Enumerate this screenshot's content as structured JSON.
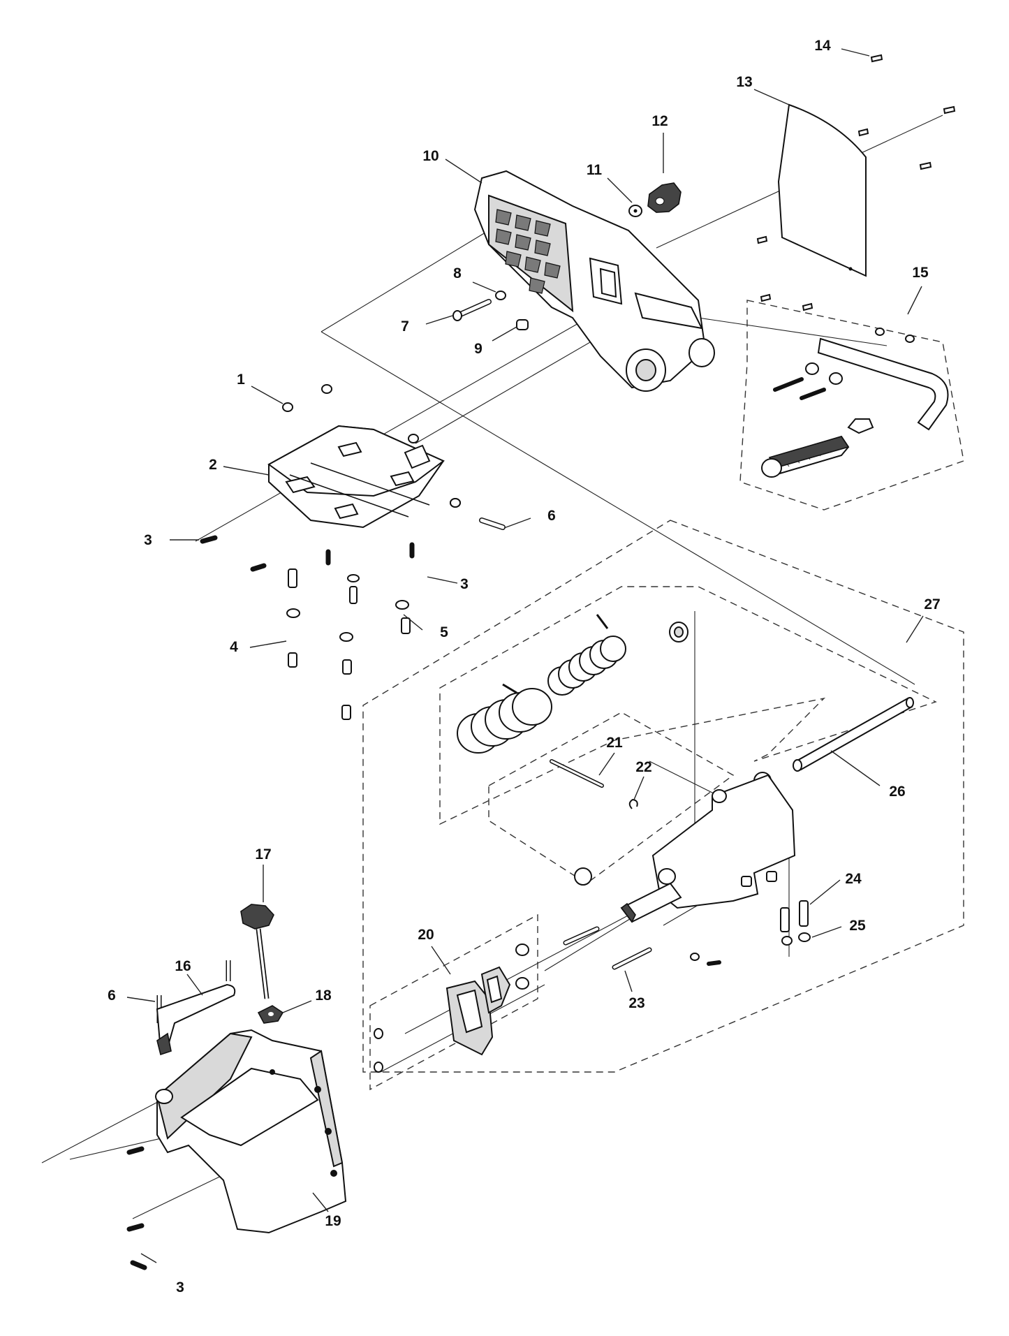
{
  "diagram": {
    "callouts": [
      "1",
      "2",
      "3",
      "3",
      "3",
      "4",
      "5",
      "6",
      "6",
      "7",
      "8",
      "9",
      "10",
      "11",
      "12",
      "13",
      "14",
      "15",
      "16",
      "17",
      "18",
      "19",
      "20",
      "21",
      "22",
      "23",
      "24",
      "25",
      "26",
      "27"
    ]
  }
}
